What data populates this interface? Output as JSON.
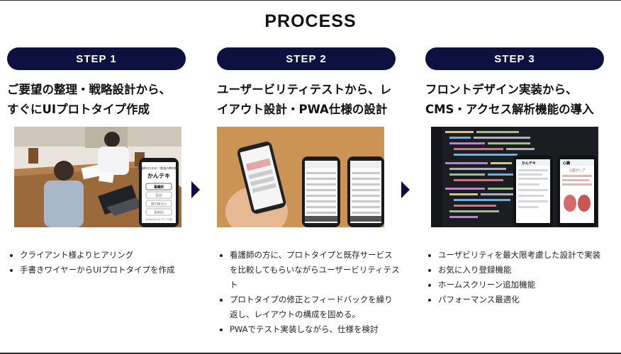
{
  "title": "PROCESS",
  "steps": [
    {
      "label": "STEP 1",
      "heading_line1": "ご要望の整理・戦略設計から、",
      "heading_line2": "すぐにUIプロトタイプ作成",
      "bullets": [
        "クライアント様よりヒアリング",
        "手書きワイヤーからUIプロトタイプを作成"
      ],
      "phone": {
        "tagline": "看護師のための「勉強の教科書」",
        "app_name": "かんテキ",
        "buttons": [
          "看護師",
          "医師",
          "理学療法士",
          "薬剤師"
        ],
        "footer": "powered by アイテ3者"
      }
    },
    {
      "label": "STEP 2",
      "heading_line1": "ユーザービリティテストから、レ",
      "heading_line2": "イアウト設計・PWA仕様の設計",
      "bullets": [
        "看護師の方に、プロトタイプと既存サービスを比較してもらいながらユーザービリティテスト",
        "プロトタイプの修正とフィードバックを繰り返し、レイアウトの構成を固める。",
        "PWAでテスト実装しながら、仕様を検討"
      ]
    },
    {
      "label": "STEP 3",
      "heading_line1": "フロントデザイン実装から、",
      "heading_line2": "CMS・アクセス解析機能の導入",
      "bullets": [
        "ユーザビリティを最大限考慮した設計で実装",
        "お気に入り登録機能",
        "ホームスクリーン追加機能",
        "パフォーマンス最適化"
      ],
      "phone_header": "かんテキ",
      "phone_title": "心臓",
      "phone_subtitle": "心室ポンプ"
    }
  ],
  "colors": {
    "accent": "#0d1140",
    "text": "#111111",
    "background": "#ffffff"
  }
}
